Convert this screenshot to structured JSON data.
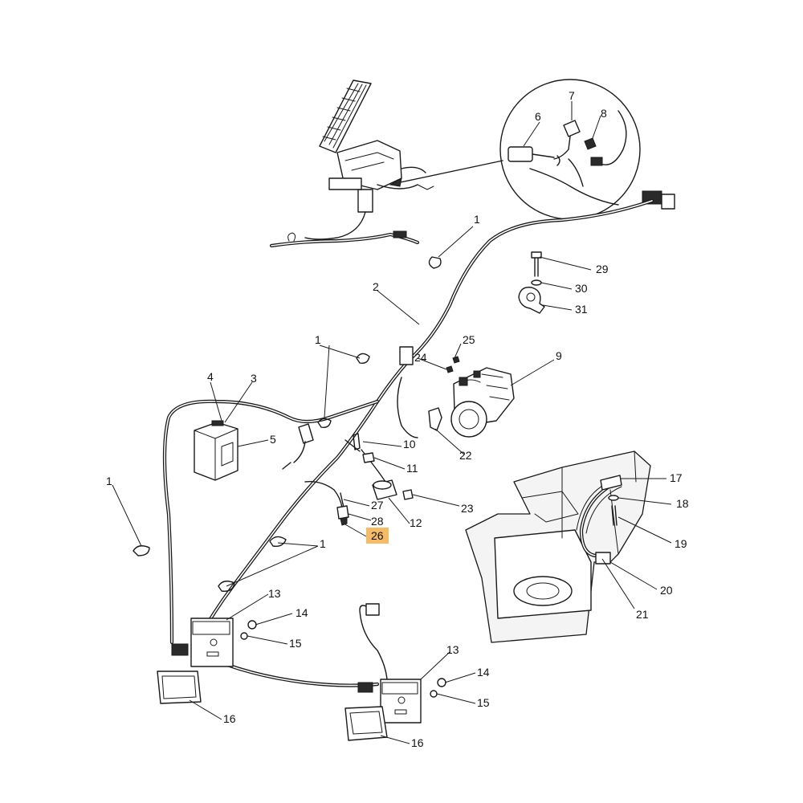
{
  "diagram": {
    "labels": [
      {
        "id": "l1a",
        "text": "1"
      },
      {
        "id": "l1b",
        "text": "1"
      },
      {
        "id": "l1c",
        "text": "1"
      },
      {
        "id": "l1d",
        "text": "1"
      },
      {
        "id": "l2",
        "text": "2"
      },
      {
        "id": "l3",
        "text": "3"
      },
      {
        "id": "l4",
        "text": "4"
      },
      {
        "id": "l5",
        "text": "5"
      },
      {
        "id": "l6",
        "text": "6"
      },
      {
        "id": "l7",
        "text": "7"
      },
      {
        "id": "l8",
        "text": "8"
      },
      {
        "id": "l9",
        "text": "9"
      },
      {
        "id": "l10",
        "text": "10"
      },
      {
        "id": "l11",
        "text": "11"
      },
      {
        "id": "l12",
        "text": "12"
      },
      {
        "id": "l13a",
        "text": "13"
      },
      {
        "id": "l13b",
        "text": "13"
      },
      {
        "id": "l14a",
        "text": "14"
      },
      {
        "id": "l14b",
        "text": "14"
      },
      {
        "id": "l15a",
        "text": "15"
      },
      {
        "id": "l15b",
        "text": "15"
      },
      {
        "id": "l16a",
        "text": "16"
      },
      {
        "id": "l16b",
        "text": "16"
      },
      {
        "id": "l17",
        "text": "17"
      },
      {
        "id": "l18",
        "text": "18"
      },
      {
        "id": "l19",
        "text": "19"
      },
      {
        "id": "l20",
        "text": "20"
      },
      {
        "id": "l21",
        "text": "21"
      },
      {
        "id": "l22",
        "text": "22"
      },
      {
        "id": "l23",
        "text": "23"
      },
      {
        "id": "l24",
        "text": "24"
      },
      {
        "id": "l25",
        "text": "25"
      },
      {
        "id": "l26",
        "text": "26",
        "highlighted": true
      },
      {
        "id": "l27",
        "text": "27"
      },
      {
        "id": "l28",
        "text": "28"
      },
      {
        "id": "l29",
        "text": "29"
      },
      {
        "id": "l30",
        "text": "30"
      },
      {
        "id": "l31",
        "text": "31"
      }
    ],
    "highlight_color": "#f5b04a",
    "line_color": "#1a1a1a"
  }
}
